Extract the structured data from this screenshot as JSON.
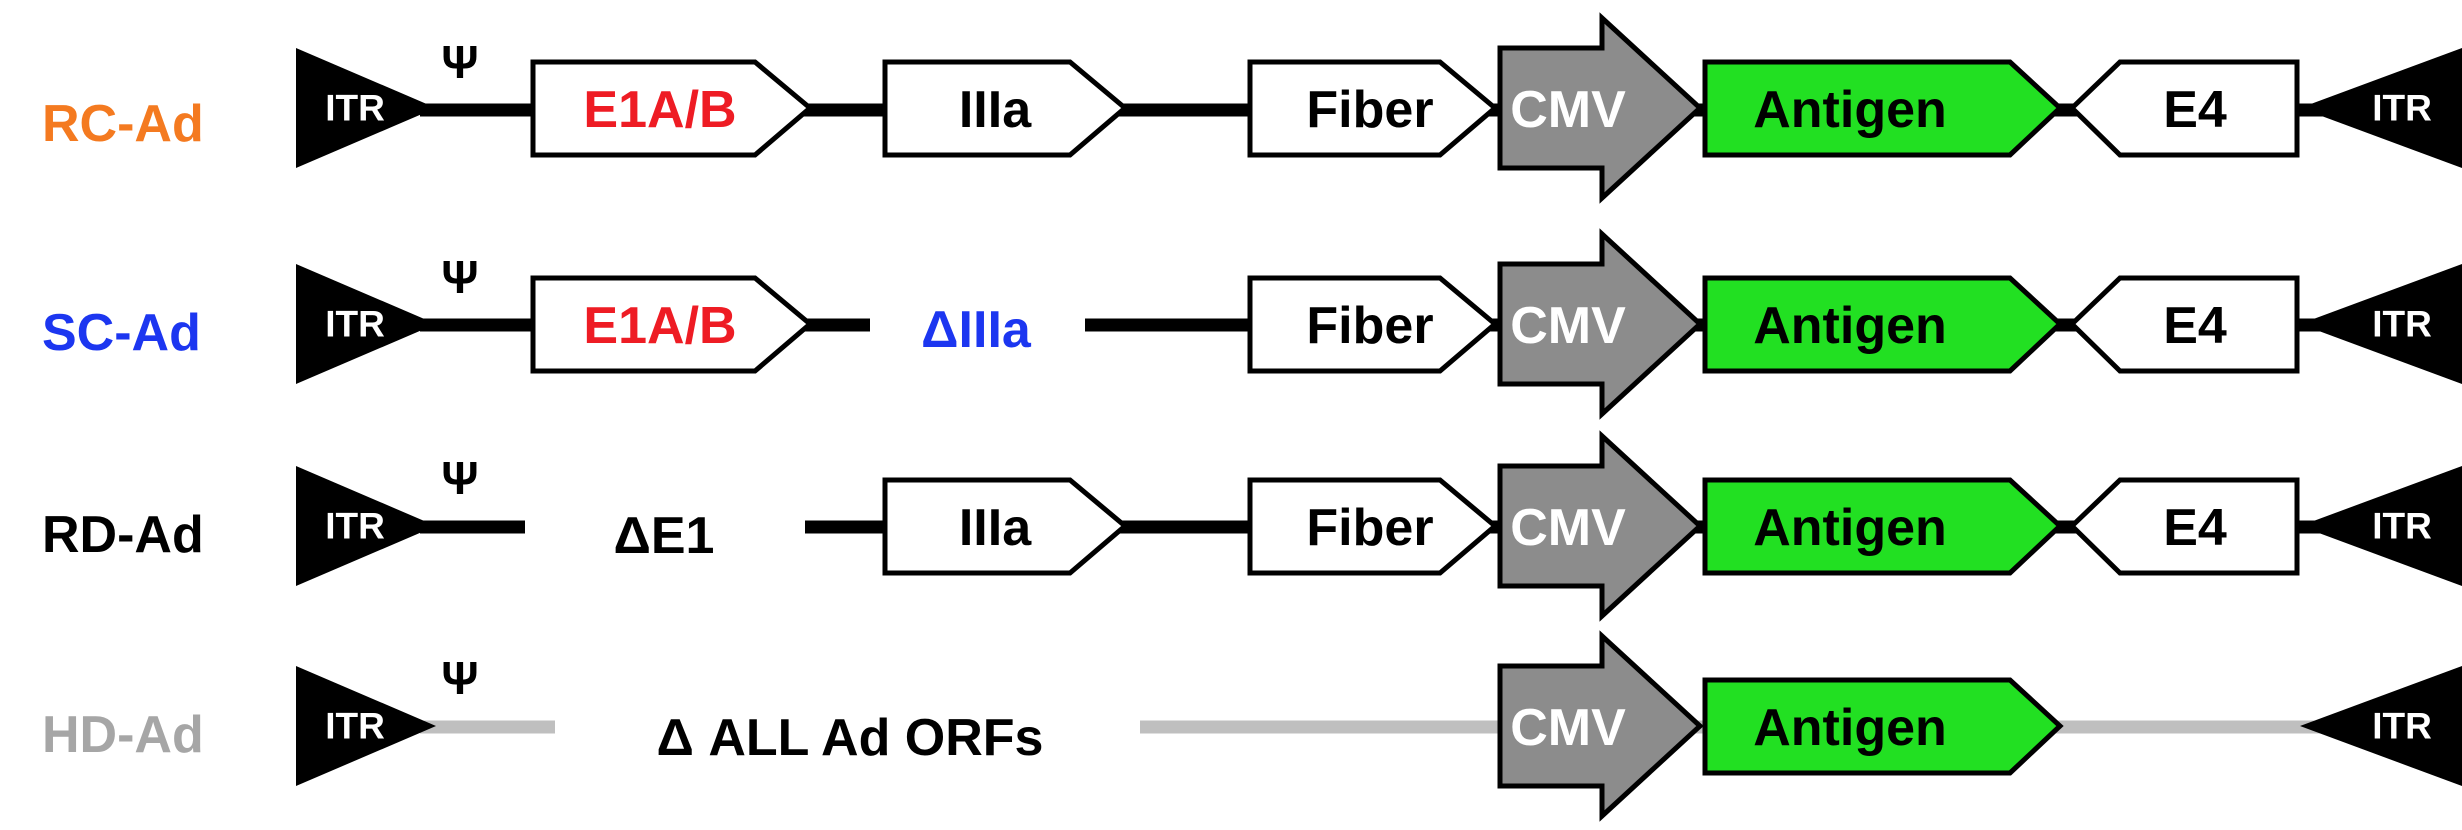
{
  "constructs": [
    {
      "label": "RC-Ad",
      "label_color": "#f47a20",
      "backbone_color": "#000000",
      "psi": "Ψ",
      "itr_left": "ITR",
      "itr_right": "ITR",
      "e1": "E1A/B",
      "e1_color": "#ee1c24",
      "iiia": "IIIa",
      "fiber": "Fiber",
      "cmv": "CMV",
      "antigen": "Antigen",
      "e4": "E4"
    },
    {
      "label": "SC-Ad",
      "label_color": "#1c36f0",
      "backbone_color": "#000000",
      "psi": "Ψ",
      "itr_left": "ITR",
      "itr_right": "ITR",
      "e1": "E1A/B",
      "e1_color": "#ee1c24",
      "deletion": "ΔIIIa",
      "deletion_color": "#1c36f0",
      "fiber": "Fiber",
      "cmv": "CMV",
      "antigen": "Antigen",
      "e4": "E4"
    },
    {
      "label": "RD-Ad",
      "label_color": "#000000",
      "backbone_color": "#000000",
      "psi": "Ψ",
      "itr_left": "ITR",
      "itr_right": "ITR",
      "deletion": "ΔE1",
      "deletion_color": "#000000",
      "iiia": "IIIa",
      "fiber": "Fiber",
      "cmv": "CMV",
      "antigen": "Antigen",
      "e4": "E4"
    },
    {
      "label": "HD-Ad",
      "label_color": "#a6a6a6",
      "backbone_color": "#bfbfbf",
      "psi": "Ψ",
      "itr_left": "ITR",
      "itr_right": "ITR",
      "deletion": "Δ ALL Ad ORFs",
      "deletion_color": "#000000",
      "cmv": "CMV",
      "antigen": "Antigen"
    }
  ],
  "colors": {
    "cmv_fill": "#8c8c8c",
    "antigen_fill": "#22e022",
    "gene_fill": "#ffffff",
    "outline": "#000000"
  }
}
